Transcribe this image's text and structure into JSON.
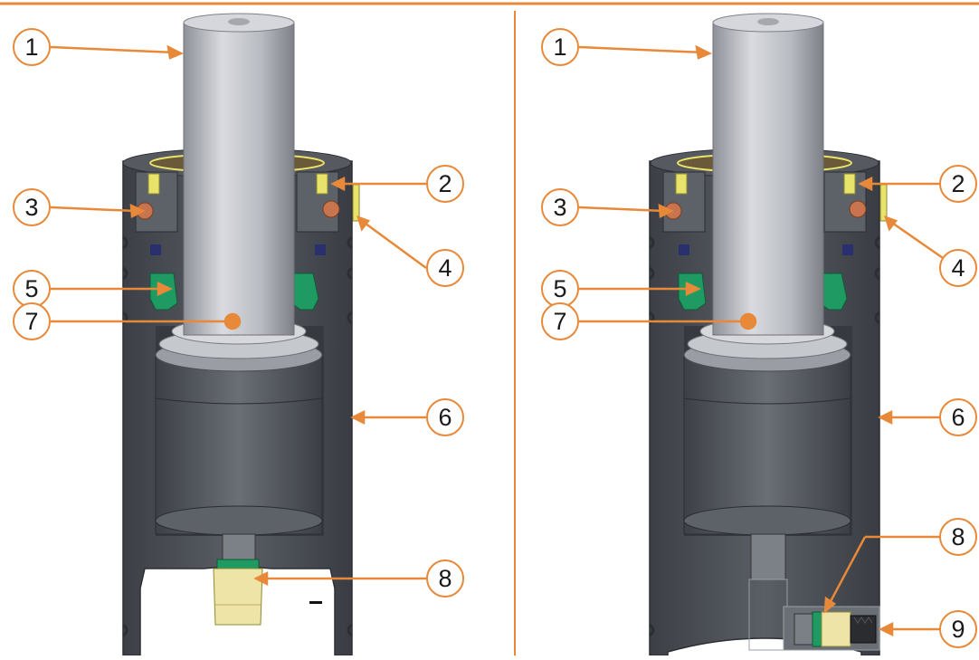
{
  "colors": {
    "accent": "#e8893a",
    "body_dark": "#4a4e55",
    "rod_light": "#b9bcc2",
    "seal_green": "#1f9a62",
    "wiper_yellow": "#e8e36a",
    "oring_copper": "#c8744e",
    "check_valve_cream": "#efe4a8"
  },
  "panels": [
    {
      "name": "left-diagram",
      "callouts": [
        "1",
        "2",
        "3",
        "4",
        "5",
        "6",
        "7",
        "8"
      ]
    },
    {
      "name": "right-diagram",
      "callouts": [
        "1",
        "2",
        "3",
        "4",
        "5",
        "6",
        "7",
        "8",
        "9"
      ]
    }
  ]
}
